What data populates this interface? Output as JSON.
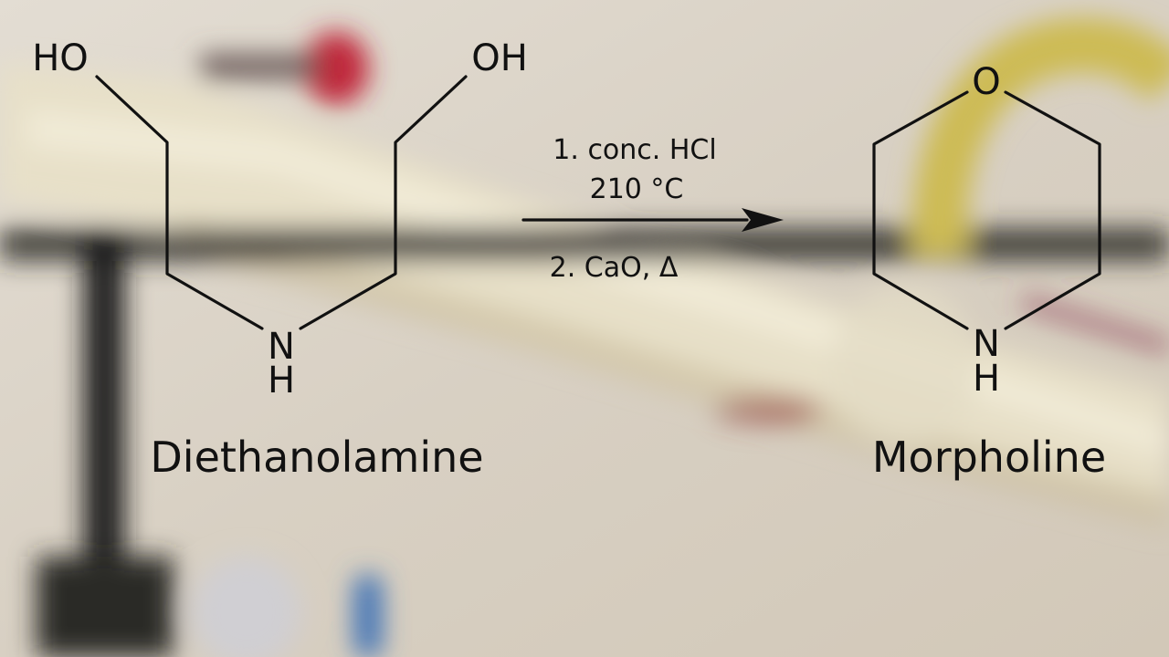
{
  "background": {
    "description_colors": {
      "wall": "#ddd6ca",
      "glass_tube": "#e7dfc9",
      "stand_rod": "#1e1c1a",
      "red_knob": "#c0283a",
      "yellow_tubing": "#cdbb55",
      "blue_cap": "#3a6fb5"
    }
  },
  "scheme": {
    "reactant": {
      "name": "Diethanolamine",
      "atoms": {
        "oh_left": "HO",
        "oh_right": "OH",
        "n": "N",
        "h": "H"
      }
    },
    "conditions": {
      "step1_line1": "1. conc. HCl",
      "step1_line2": "210 °C",
      "step2": "2. CaO, Δ"
    },
    "product": {
      "name": "Morpholine",
      "atoms": {
        "o": "O",
        "n": "N",
        "h": "H"
      }
    },
    "text_color": "#111111"
  }
}
